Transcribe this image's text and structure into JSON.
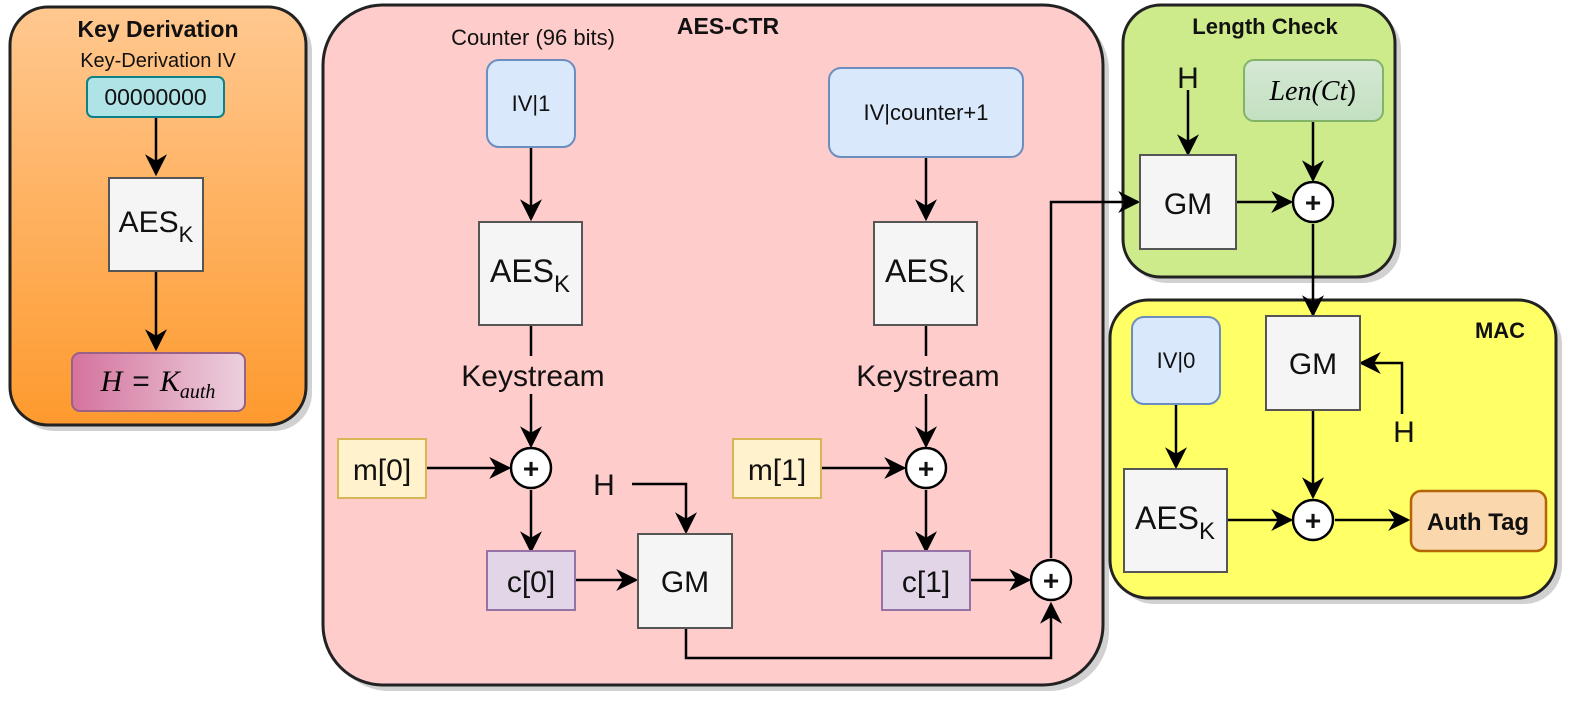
{
  "colors": {
    "key_derivation_bg": "#fea545",
    "aes_ctr_bg": "#f8cecc",
    "length_check_bg": "#cdeb8b",
    "mac_bg": "#ffff66",
    "iv_box": "#dae8fc",
    "message_box": "#fff2cc",
    "ciphertext_box": "#e1d5e7",
    "auth_tag_box": "#fad7ac",
    "key_iv_box": "#b0e3e6",
    "h_box": "#d5739d",
    "len_box": "#d5e8d4"
  },
  "key_derivation": {
    "title": "Key Derivation",
    "subtitle": "Key-Derivation IV",
    "iv_value": "00000000",
    "aes_main": "AES",
    "aes_sub": "K",
    "h_left": "H",
    "h_equals": "=",
    "h_k": "K",
    "h_sub": "auth"
  },
  "aes_ctr": {
    "title": "AES-CTR",
    "counter_label": "Counter (96 bits)",
    "iv1": "IV|1",
    "iv_next": "IV|counter+1",
    "aes_main": "AES",
    "aes_sub": "K",
    "keystream": "Keystream",
    "m0": "m[0]",
    "m1": "m[1]",
    "c0": "c[0]",
    "c1": "c[1]",
    "gm": "GM",
    "h": "H",
    "xor": "+"
  },
  "length_check": {
    "title": "Length Check",
    "h": "H",
    "len_func": "Len(",
    "len_arg": "Ct",
    "len_close": ")",
    "gm": "GM",
    "xor": "+"
  },
  "mac": {
    "title": "MAC",
    "iv0": "IV|0",
    "gm": "GM",
    "h": "H",
    "aes_main": "AES",
    "aes_sub": "K",
    "xor": "+",
    "auth_tag": "Auth Tag"
  }
}
